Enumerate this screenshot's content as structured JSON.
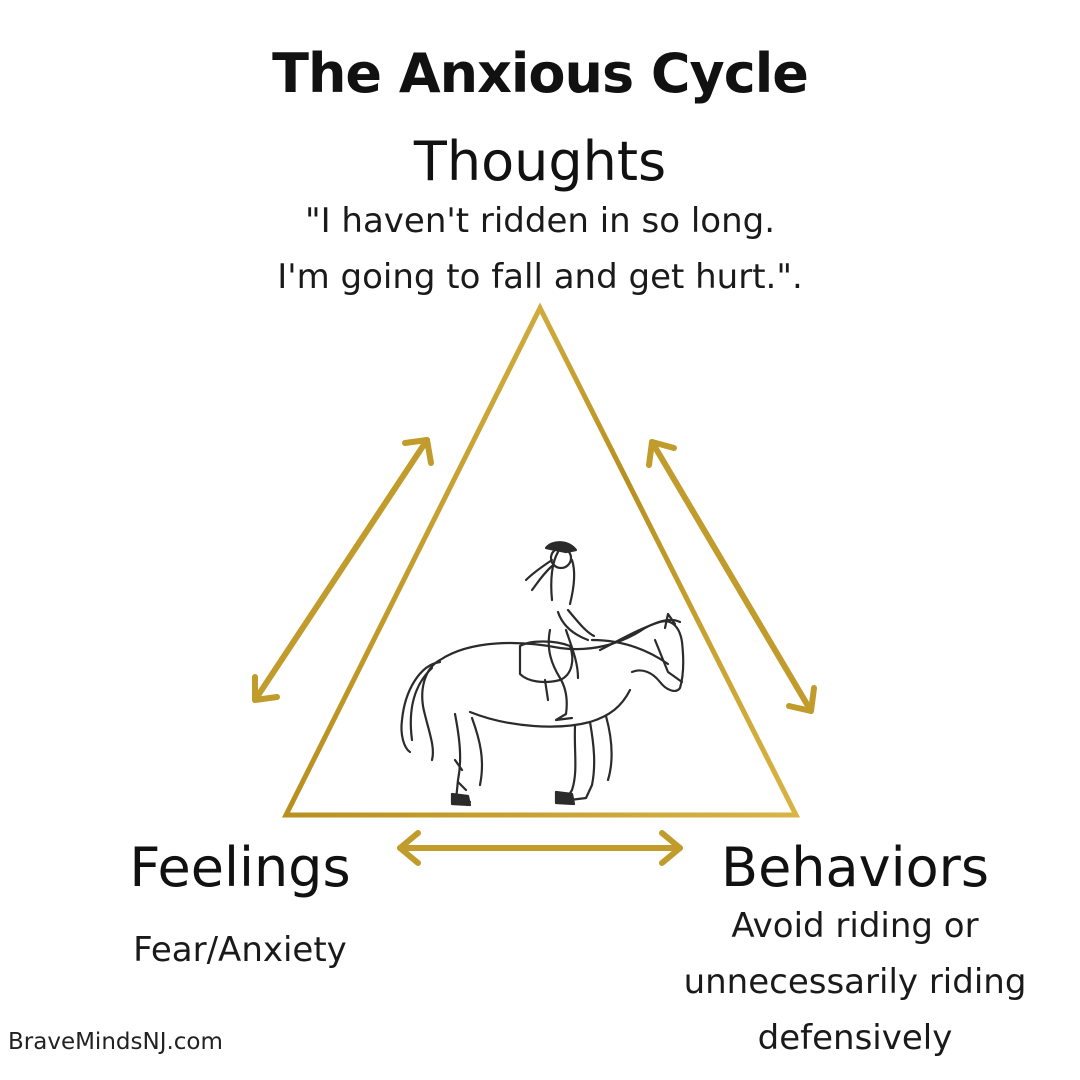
{
  "title": "The Anxious Cycle",
  "nodes": {
    "thoughts": {
      "label": "Thoughts",
      "text_lines": [
        "\"I haven't ridden in so long.",
        "I'm going to fall and get hurt.\"."
      ]
    },
    "feelings": {
      "label": "Feelings",
      "text_lines": [
        "Fear/Anxiety"
      ]
    },
    "behaviors": {
      "label": "Behaviors",
      "text_lines": [
        "Avoid riding or",
        "unnecessarily riding",
        "defensively"
      ]
    }
  },
  "footer": "BraveMindsNJ.com",
  "colors": {
    "gold": "#c9a12e",
    "gold_dark": "#b08a1f",
    "gold_light": "#e3c258",
    "text": "#111111",
    "sketch": "#2b2b2b"
  },
  "icons": [
    "double-arrow-icon",
    "horse-rider-sketch"
  ]
}
